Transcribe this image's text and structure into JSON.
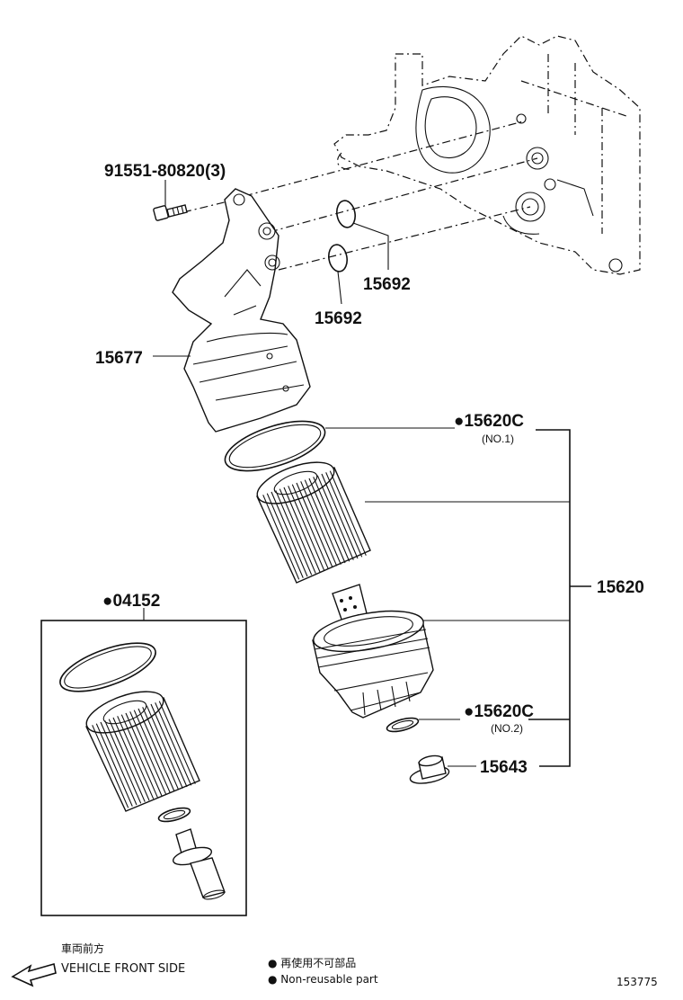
{
  "parts": {
    "bolt": "91551-80820(3)",
    "oring_upper": "15692",
    "oring_lower": "15692",
    "bracket": "15677",
    "gasket_no1": "●15620C",
    "gasket_no1_sub": "(NO.1)",
    "assembly": "15620",
    "gasket_no2": "●15620C",
    "gasket_no2_sub": "(NO.2)",
    "drain_plug": "15643",
    "element_kit": "●04152"
  },
  "direction": {
    "jp": "車両前方",
    "en": "VEHICLE FRONT SIDE"
  },
  "legend": {
    "jp": "● 再使用不可部品",
    "en": "● Non-reusable part"
  },
  "figure_id": "153775"
}
